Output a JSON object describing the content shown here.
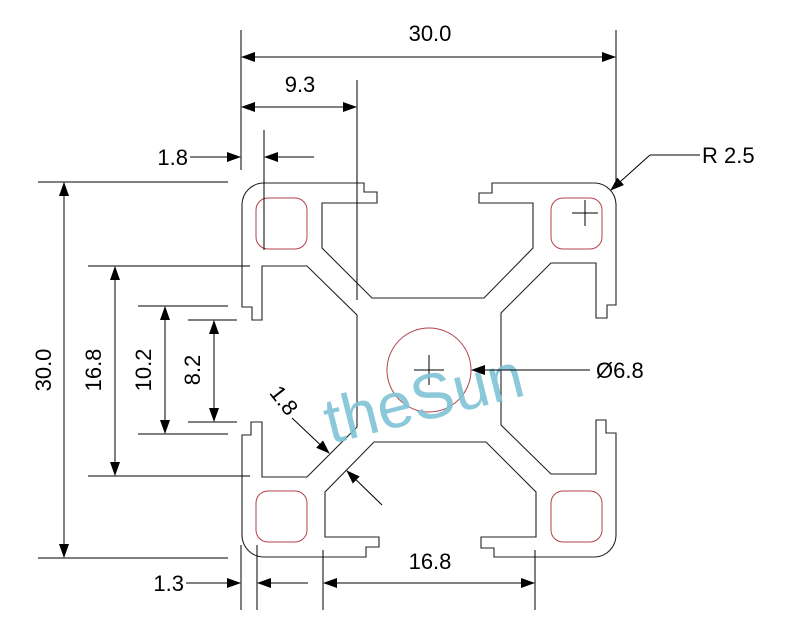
{
  "drawing": {
    "watermark": "theSun",
    "colors": {
      "outline": "#222222",
      "holes": "#b5404a",
      "watermark": "#7fc4d6"
    },
    "dimensions": {
      "overall_width": "30.0",
      "slot_offset": "9.3",
      "wall_top": "1.8",
      "corner_radius": "R 2.5",
      "overall_height": "30.0",
      "inner_height": "16.8",
      "slot_width_outer": "10.2",
      "slot_opening": "8.2",
      "web_thickness": "1.8",
      "center_hole": "Ø6.8",
      "wall_bottom": "1.3",
      "inner_width": "16.8"
    }
  }
}
